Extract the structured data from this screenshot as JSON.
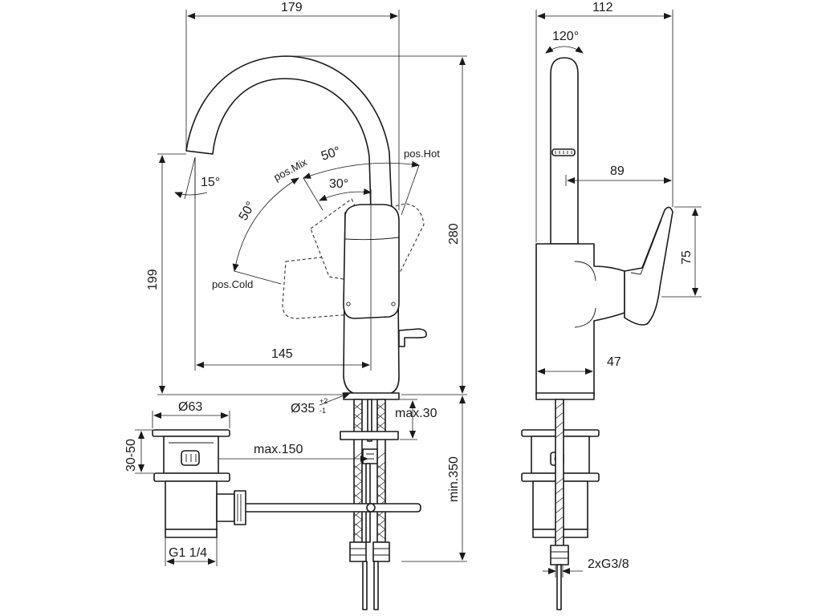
{
  "front_view": {
    "width_179": "179",
    "height_199": "199",
    "height_280": "280",
    "reach_145": "145",
    "angle_15": "15°",
    "angle_50_left": "50°",
    "angle_50_top": "50°",
    "angle_30": "30°",
    "pos_mix": "pos.Mix",
    "pos_hot": "pos.Hot",
    "pos_cold": "pos.Cold",
    "hole_dia": "Ø35",
    "hole_tol_plus": "+2",
    "hole_tol_minus": "-1",
    "max_30": "max.30",
    "max_150": "max.150",
    "min_350": "min.350"
  },
  "waste_view": {
    "dia_63": "Ø63",
    "range_30_50": "30-50",
    "thread": "G1 1/4"
  },
  "side_view": {
    "width_112": "112",
    "swivel": "120°",
    "dim_89": "89",
    "dim_75": "75",
    "dim_47": "47",
    "connections": "2xG3/8"
  }
}
